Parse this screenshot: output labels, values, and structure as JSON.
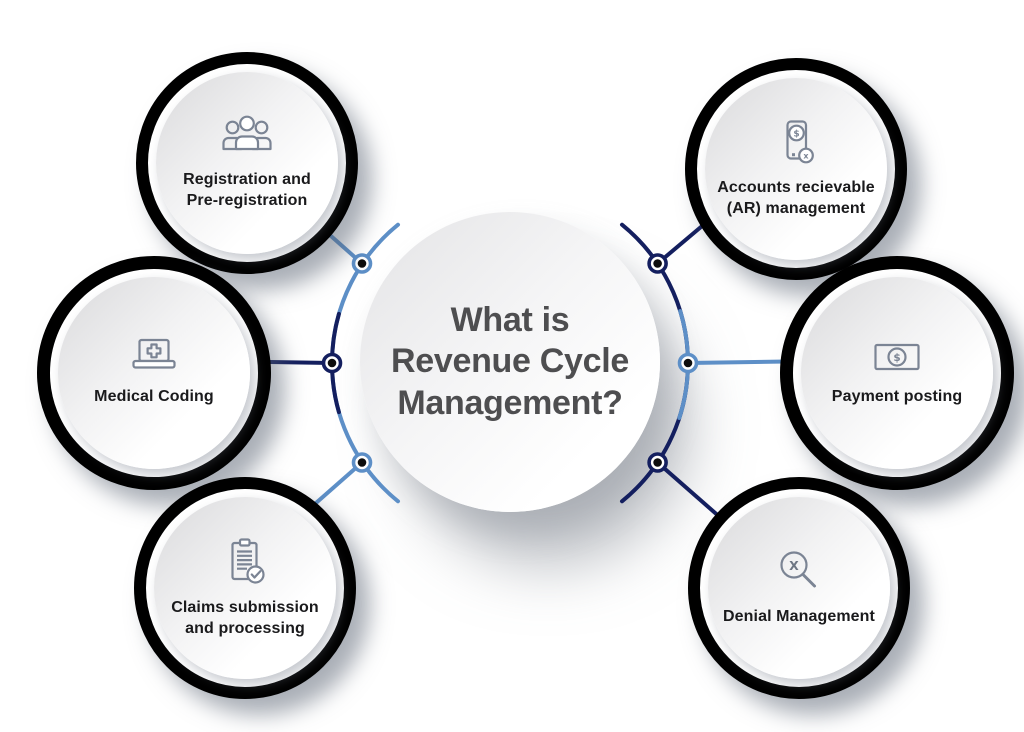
{
  "center": {
    "title": "What is\nRevenue Cycle\nManagement?"
  },
  "nodes": [
    {
      "id": "registration",
      "label": "Registration and\nPre-registration",
      "icon": "people-group-icon",
      "ring_color": "#5d8fc7"
    },
    {
      "id": "medical-coding",
      "label": "Medical Coding",
      "icon": "medical-laptop-icon",
      "ring_color": "#141f5f"
    },
    {
      "id": "claims",
      "label": "Claims submission\nand processing",
      "icon": "clipboard-check-icon",
      "ring_color": "#5d8fc7"
    },
    {
      "id": "ar-management",
      "label": "Accounts recievable\n(AR) management",
      "icon": "phone-dollar-icon",
      "ring_color": "#141f5f"
    },
    {
      "id": "payment-posting",
      "label": "Payment posting",
      "icon": "banknote-dollar-icon",
      "ring_color": "#5d8fc7"
    },
    {
      "id": "denial-management",
      "label": "Denial Management",
      "icon": "search-x-icon",
      "ring_color": "#141f5f"
    }
  ],
  "colors": {
    "light_blue": "#5d8fc7",
    "navy": "#141f5f",
    "icon_gray": "#7b8494",
    "title_gray": "#4e4e50",
    "label_dark": "#1a1a1c",
    "junction_dot": "#0d0d0d",
    "background": "#ffffff"
  }
}
